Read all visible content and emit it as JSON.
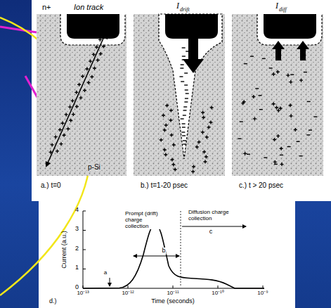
{
  "diagram": {
    "labels": [
      "n+",
      "Ion track",
      "I",
      "drift",
      "I",
      "diff",
      "p-Si",
      "a.) t=0",
      "b.) t=1-20 psec",
      "c.) t > 20 psec",
      "4",
      "3",
      "2",
      "1",
      "0",
      "Current (a.u.)",
      "Prompt (drift) charge collection",
      "Diffusion charge collection",
      "a",
      "b",
      "c",
      "10⁻¹³",
      "10⁻¹²",
      "10⁻¹¹",
      "10⁻¹⁰",
      "10⁻⁹",
      "Time (seconds)",
      "d.)"
    ]
  }
}
